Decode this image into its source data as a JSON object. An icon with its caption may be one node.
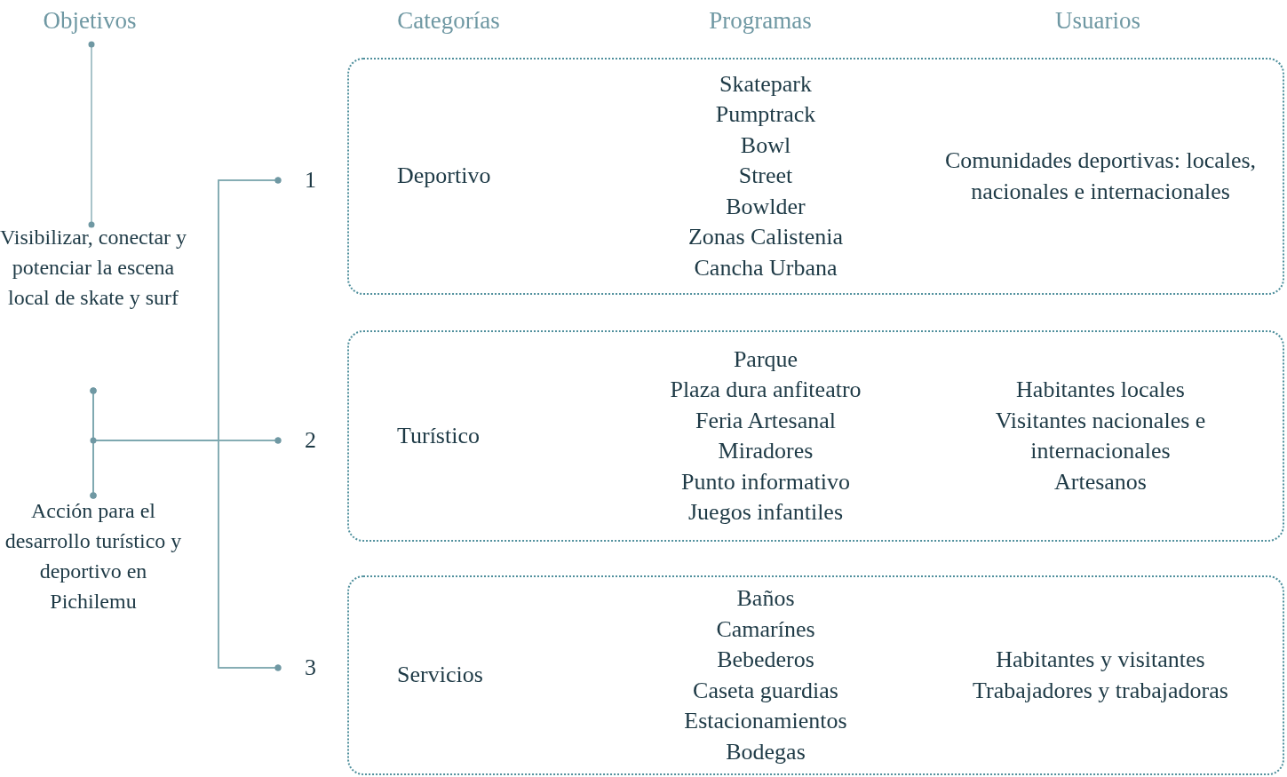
{
  "diagram": {
    "nodes": [
      {
        "text": [
          "Visibilizar, conectar y potenciar la escena local de skate y surf"
        ]
      },
      {
        "text": [
          "Acción para el desarrollo turístico y deportivo en Pichilemu"
        ]
      },
      {
        "text": [
          "1"
        ]
      },
      {
        "text": [
          "2"
        ]
      },
      {
        "text": [
          "3"
        ]
      },
      {
        "text": [
          "Deportivo",
          "Skatepark",
          "Pumptrack",
          "Bowl",
          "Street",
          "Bowlder",
          "Zonas Calistenia",
          "Cancha Urbana",
          "Comunidades deportivas: locales, nacionales e internacionales"
        ]
      },
      {
        "text": [
          "Turístico",
          "Parque",
          "Plaza dura anfiteatro",
          "Feria Artesanal",
          "Miradores",
          "Punto informativo",
          "Juegos infantiles",
          "Habitantes locales",
          "Visitantes nacionales e internacionales",
          "Artesanos"
        ]
      },
      {
        "text": [
          "Servicios",
          "Baños",
          "Camarínes",
          "Bebederos",
          "Caseta guardias",
          "Estacionamientos",
          "Bodegas",
          "Habitantes y visitantes",
          "Trabajadores y trabajadoras"
        ]
      }
    ],
    "edges": [
      {
        "from": 0,
        "to": 2,
        "arrow": "other"
      },
      {
        "from": 0,
        "to": 3,
        "arrow": "other"
      },
      {
        "from": 0,
        "to": 4,
        "arrow": "other"
      },
      {
        "from": 1,
        "to": 2,
        "arrow": "other"
      },
      {
        "from": 1,
        "to": 3,
        "arrow": "other"
      },
      {
        "from": 1,
        "to": 4,
        "arrow": "other"
      }
    ],
    "labels": [
      "Objetivos",
      "Categorías",
      "Programas",
      "Usuarios"
    ]
  }
}
